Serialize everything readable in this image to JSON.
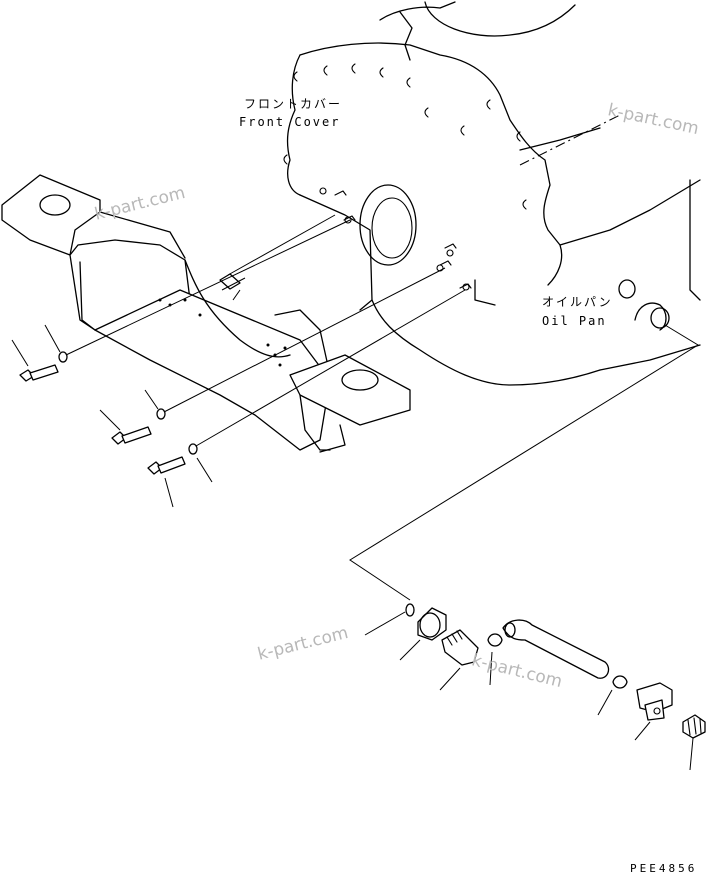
{
  "labels": {
    "front_cover_jp": "フロントカバー",
    "front_cover_en": "Front Cover",
    "oil_pan_jp": "オイルパン",
    "oil_pan_en": "Oil Pan"
  },
  "watermarks": [
    "k-part.com",
    "k-part.com",
    "k-part.com",
    "k-part.com"
  ],
  "drawing_code": "PEE4856"
}
